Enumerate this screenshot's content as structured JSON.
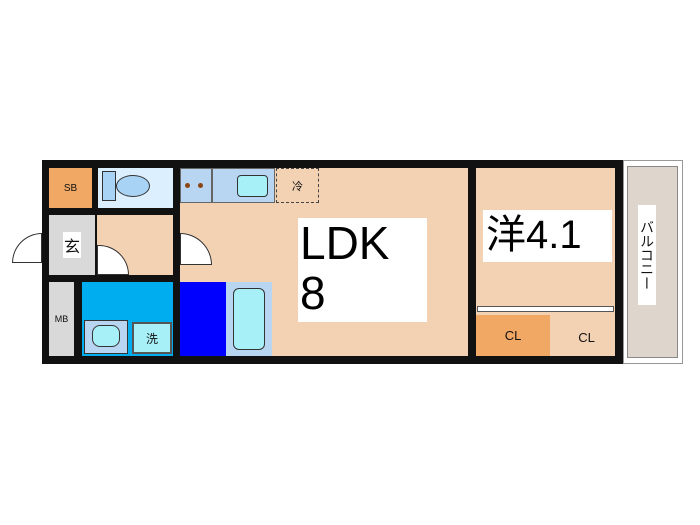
{
  "rooms": {
    "ldk": {
      "name": "LDK",
      "size": "8"
    },
    "western": {
      "name": "洋4.1"
    },
    "balcony": "バルコニー",
    "sb": "SB",
    "entrance": "玄",
    "mb": "MB",
    "washer": "洗",
    "fridge": "冷",
    "closet1": "CL",
    "closet2": "CL"
  },
  "colors": {
    "floor": "#f3d2b4",
    "storage": "#f2a865",
    "wash": "#00aeef",
    "bath": "#0000ff",
    "balcony": "#ded5cc"
  }
}
